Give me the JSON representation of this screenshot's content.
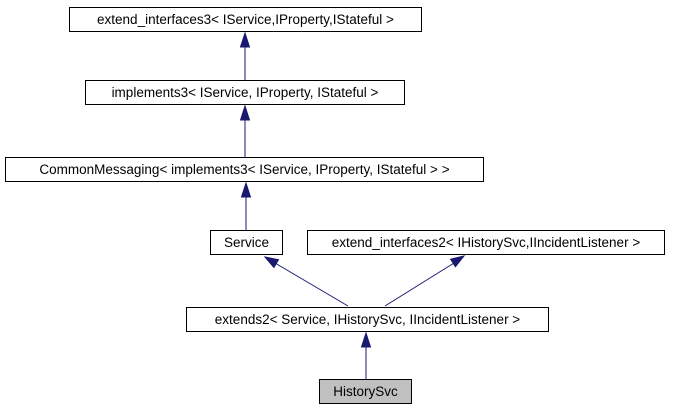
{
  "diagram": {
    "type": "class-inheritance-graph",
    "nodes": [
      {
        "id": "extend_interfaces3",
        "label": "extend_interfaces3< IService,IProperty,IStateful >",
        "highlighted": false
      },
      {
        "id": "implements3",
        "label": "implements3< IService, IProperty, IStateful >",
        "highlighted": false
      },
      {
        "id": "CommonMessaging",
        "label": "CommonMessaging< implements3< IService, IProperty, IStateful > >",
        "highlighted": false
      },
      {
        "id": "Service",
        "label": "Service",
        "highlighted": false
      },
      {
        "id": "extend_interfaces2",
        "label": "extend_interfaces2< IHistorySvc,IIncidentListener >",
        "highlighted": false
      },
      {
        "id": "extends2",
        "label": "extends2< Service, IHistorySvc, IIncidentListener >",
        "highlighted": false
      },
      {
        "id": "HistorySvc",
        "label": "HistorySvc",
        "highlighted": true
      }
    ],
    "edges": [
      {
        "from": "implements3",
        "to": "extend_interfaces3",
        "type": "inheritance"
      },
      {
        "from": "CommonMessaging",
        "to": "implements3",
        "type": "inheritance"
      },
      {
        "from": "Service",
        "to": "CommonMessaging",
        "type": "inheritance"
      },
      {
        "from": "extends2",
        "to": "Service",
        "type": "inheritance"
      },
      {
        "from": "extends2",
        "to": "extend_interfaces2",
        "type": "inheritance"
      },
      {
        "from": "HistorySvc",
        "to": "extends2",
        "type": "inheritance"
      }
    ],
    "colors": {
      "edge": "#191970",
      "node_border": "#000000",
      "node_fill": "#ffffff",
      "highlighted_node_fill": "#c0c0c0",
      "text": "#000000",
      "background": "#ffffff"
    }
  }
}
